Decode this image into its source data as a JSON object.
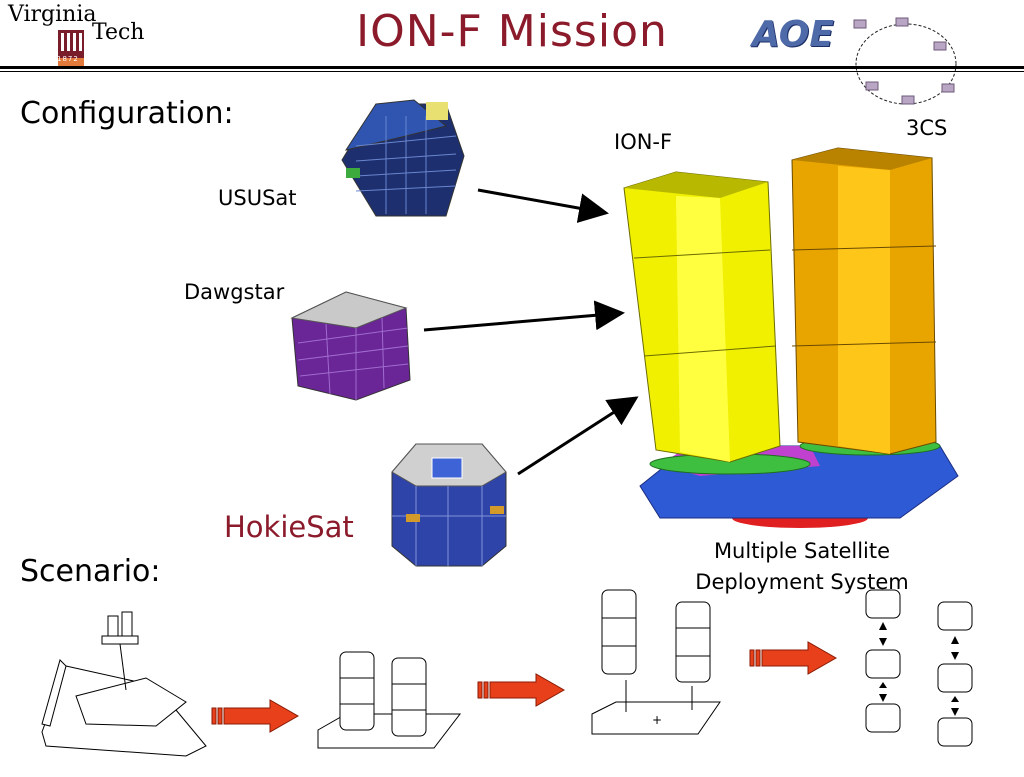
{
  "slide": {
    "title": "ION-F  Mission",
    "logo_left": {
      "line1": "Virginia",
      "line2": "Tech",
      "year": "1872"
    },
    "logo_right": {
      "text": "AOE"
    },
    "constellation_label": "3CS",
    "section_configuration": "Configuration:",
    "section_scenario": "Scenario:",
    "satellites": [
      {
        "name": "USUSat",
        "panel_color": "#2f55b0"
      },
      {
        "name": "Dawgstar",
        "panel_color": "#7a2a9c"
      },
      {
        "name": "HokieSat",
        "panel_color": "#2f44a8"
      }
    ],
    "stack_label": "ION-F",
    "deployment_label": "Multiple Satellite Deployment System",
    "colors": {
      "title": "#8b1a2b",
      "hokie": "#8b1a2b",
      "stack_yellow": "#f0f000",
      "stack_orange": "#e8a500",
      "arrow_red": "#e8401a"
    }
  }
}
